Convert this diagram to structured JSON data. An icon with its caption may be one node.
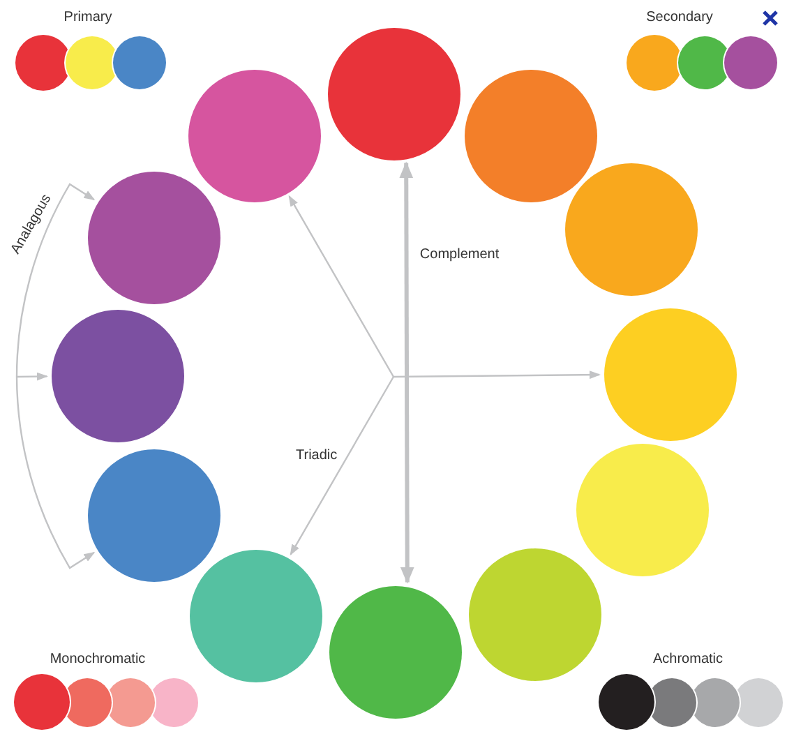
{
  "diagram": {
    "nodes": [
      {
        "text": [],
        "shape": "circle"
      },
      {
        "text": [],
        "shape": "circle"
      },
      {
        "text": [],
        "shape": "circle"
      },
      {
        "text": [],
        "shape": "circle"
      },
      {
        "text": [],
        "shape": "circle"
      },
      {
        "text": [],
        "shape": "circle"
      },
      {
        "text": [],
        "shape": "circle"
      },
      {
        "text": [],
        "shape": "circle"
      },
      {
        "text": [],
        "shape": "circle"
      },
      {
        "text": [],
        "shape": "circle"
      },
      {
        "text": [],
        "shape": "circle"
      },
      {
        "text": [],
        "shape": "circle"
      },
      {
        "text": [],
        "shape": "circle"
      },
      {
        "text": [],
        "shape": "circle"
      },
      {
        "text": [],
        "shape": "circle"
      },
      {
        "text": [],
        "shape": "circle"
      },
      {
        "text": [],
        "shape": "circle"
      },
      {
        "text": [],
        "shape": "circle"
      },
      {
        "text": [],
        "shape": "circle"
      },
      {
        "text": [],
        "shape": "circle"
      },
      {
        "text": [],
        "shape": "circle"
      },
      {
        "text": [],
        "shape": "circle"
      },
      {
        "text": [],
        "shape": "circle"
      },
      {
        "text": [],
        "shape": "circle"
      },
      {
        "text": [],
        "shape": "circle"
      },
      {
        "text": [],
        "shape": "circle"
      }
    ],
    "edges": [
      {
        "from": 6,
        "to": 12,
        "arrow": "both",
        "style": "thick",
        "label": "Complement"
      },
      {
        "from": null,
        "to": 17,
        "arrow": "to"
      },
      {
        "from": null,
        "to": 9,
        "arrow": "to"
      },
      {
        "from": null,
        "to": 13,
        "arrow": "to",
        "label": "Triadic"
      },
      {
        "from": null,
        "to": 16,
        "arrow": "to"
      },
      {
        "from": null,
        "to": 15,
        "arrow": "to"
      },
      {
        "from": null,
        "to": 14,
        "arrow": "to"
      }
    ],
    "labels": [
      "Primary",
      "Secondary",
      "Analagous",
      "Monochromatic",
      "Achromatic"
    ]
  }
}
